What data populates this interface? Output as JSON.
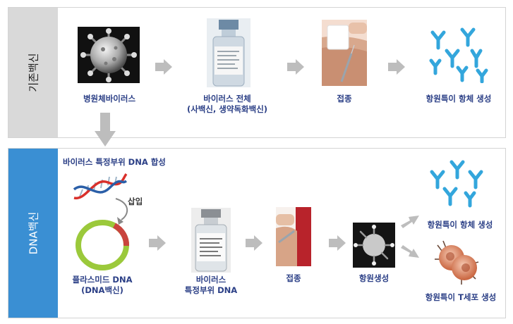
{
  "colors": {
    "label": "#2b3f86",
    "arrow": "#bdbdbd",
    "conventional_side": "#d9d9d9",
    "dna_side": "#3a8fd3",
    "antibody": "#33a6dc"
  },
  "conventional": {
    "side_label": "기존백신",
    "steps": [
      {
        "label": "병원체바이러스"
      },
      {
        "label": "바이러스 전체",
        "sub": "(사백신, 생약독화백신)"
      },
      {
        "label": "접종"
      },
      {
        "label": "항원특이 항체 생성"
      }
    ]
  },
  "dna": {
    "side_label": "DNA백신",
    "header": "바이러스 특정부위 DNA 합성",
    "insert_label": "삽입",
    "plasmid": {
      "label": "플라스미드 DNA",
      "sub": "(DNA백신)"
    },
    "vial": {
      "label": "바이러스",
      "sub": "특정부위 DNA"
    },
    "inject": {
      "label": "접종"
    },
    "antigen": {
      "label": "항원생성"
    },
    "antibody": {
      "label": "항원특이 항체 생성"
    },
    "tcell": {
      "label": "항원특이 T세포 생성"
    }
  }
}
